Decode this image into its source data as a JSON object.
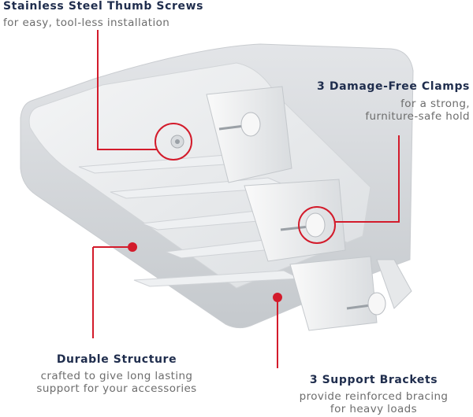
{
  "accent_color": "#d31b2b",
  "text_title_color": "#1f2d4d",
  "callouts": {
    "thumb_screws": {
      "title": "Stainless Steel Thumb Screws",
      "sub1": "for easy, tool-less installation"
    },
    "clamps": {
      "title": "3 Damage-Free Clamps",
      "sub1": "for a strong,",
      "sub2": "furniture-safe hold"
    },
    "structure": {
      "title": "Durable Structure",
      "sub1": "crafted to give long lasting",
      "sub2": "support for your accessories"
    },
    "brackets": {
      "title": "3 Support Brackets",
      "sub1": "provide reinforced bracing",
      "sub2": "for heavy loads"
    }
  }
}
